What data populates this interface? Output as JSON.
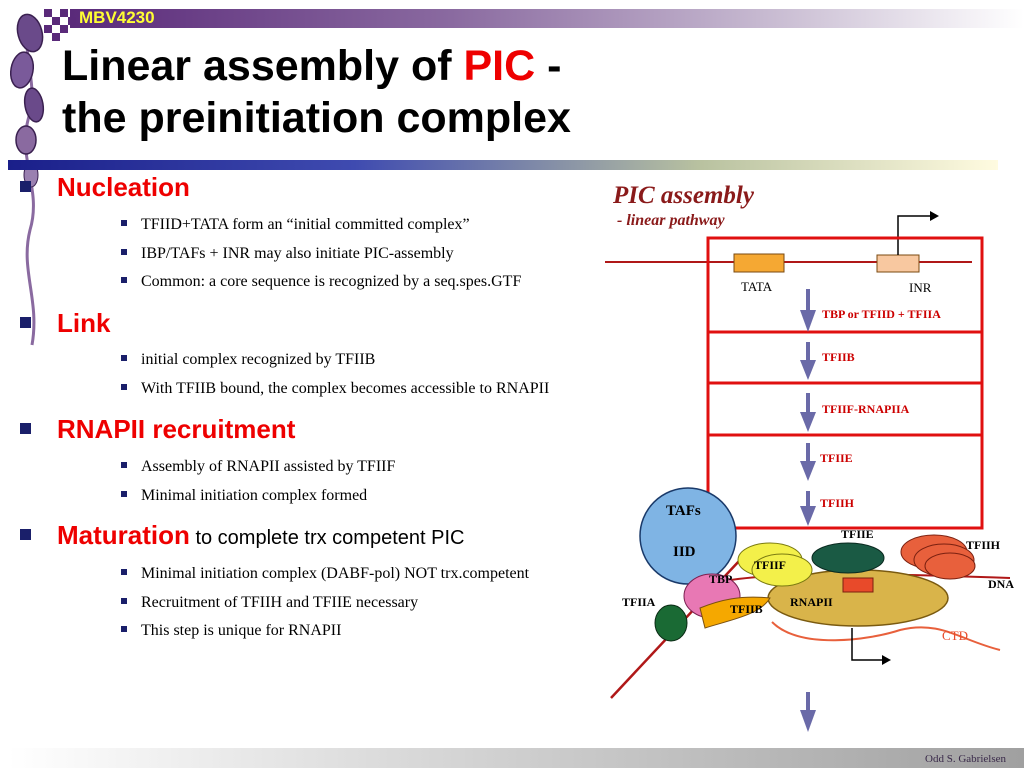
{
  "header": {
    "course_code": "MBV4230",
    "title_part1": "Linear assembly of ",
    "title_highlight": "PIC",
    "title_part2": " -",
    "title_line2": "the preinitiation complex"
  },
  "sections": [
    {
      "heading": "Nucleation",
      "heading_rest": "",
      "items": [
        "TFIID+TATA form an “initial committed complex”",
        "IBP/TAFs + INR may also initiate PIC-assembly",
        "Common: a core sequence is recognized by a seq.spes.GTF"
      ]
    },
    {
      "heading": "Link",
      "heading_rest": "",
      "items": [
        "initial complex recognized by TFIIB",
        "With TFIIB  bound, the complex becomes accessible to RNAPII"
      ]
    },
    {
      "heading": "RNAPII recruitment",
      "heading_rest": "",
      "items": [
        "Assembly of RNAPII assisted by TFIIF",
        "Minimal initiation complex formed"
      ]
    },
    {
      "heading": "Maturation",
      "heading_rest": " to complete trx competent PIC",
      "items": [
        "Minimal initiation complex (DABF-pol) NOT trx.competent",
        "Recruitment of TFIIH and TFIIE necessary",
        "This step is unique for RNAPII"
      ]
    }
  ],
  "diagram": {
    "title": "PIC assembly",
    "subtitle": "- linear pathway",
    "promoter_labels": [
      "TATA",
      "INR"
    ],
    "steps": [
      "TBP or TFIID + TFIIA",
      "TFIIB",
      "TFIIF-RNAPIIA",
      "TFIIE",
      "TFIIH"
    ],
    "complex_labels": {
      "tafs": "TAFs",
      "iid": "IID",
      "tfiie": "TFIIE",
      "tfiif": "TFIIF",
      "tbp": "TBP",
      "tfiia": "TFIIA",
      "tfiib": "TFIIB",
      "rnapii": "RNAPII",
      "tfiih": "TFIIH",
      "dna": "DNA",
      "ctd": "CTD"
    },
    "colors": {
      "title": "#8a1a1a",
      "steps": "#cc0000",
      "boxes": "#e01010",
      "arrows": "#6a6aa8",
      "tafs": "#7fb4e4",
      "rnapii": "#d9b44a",
      "tfiif": "#f3f04a",
      "tfiie": "#1a5a44",
      "tfiih": "#e8603c",
      "tbp": "#e878b4",
      "tfiib": "#f5a800",
      "tfiia": "#1a6a34",
      "promoter_tata": "#f5a833",
      "promoter_inr": "#f8c8a0"
    }
  },
  "footer": {
    "author": "Odd S. Gabrielsen"
  }
}
